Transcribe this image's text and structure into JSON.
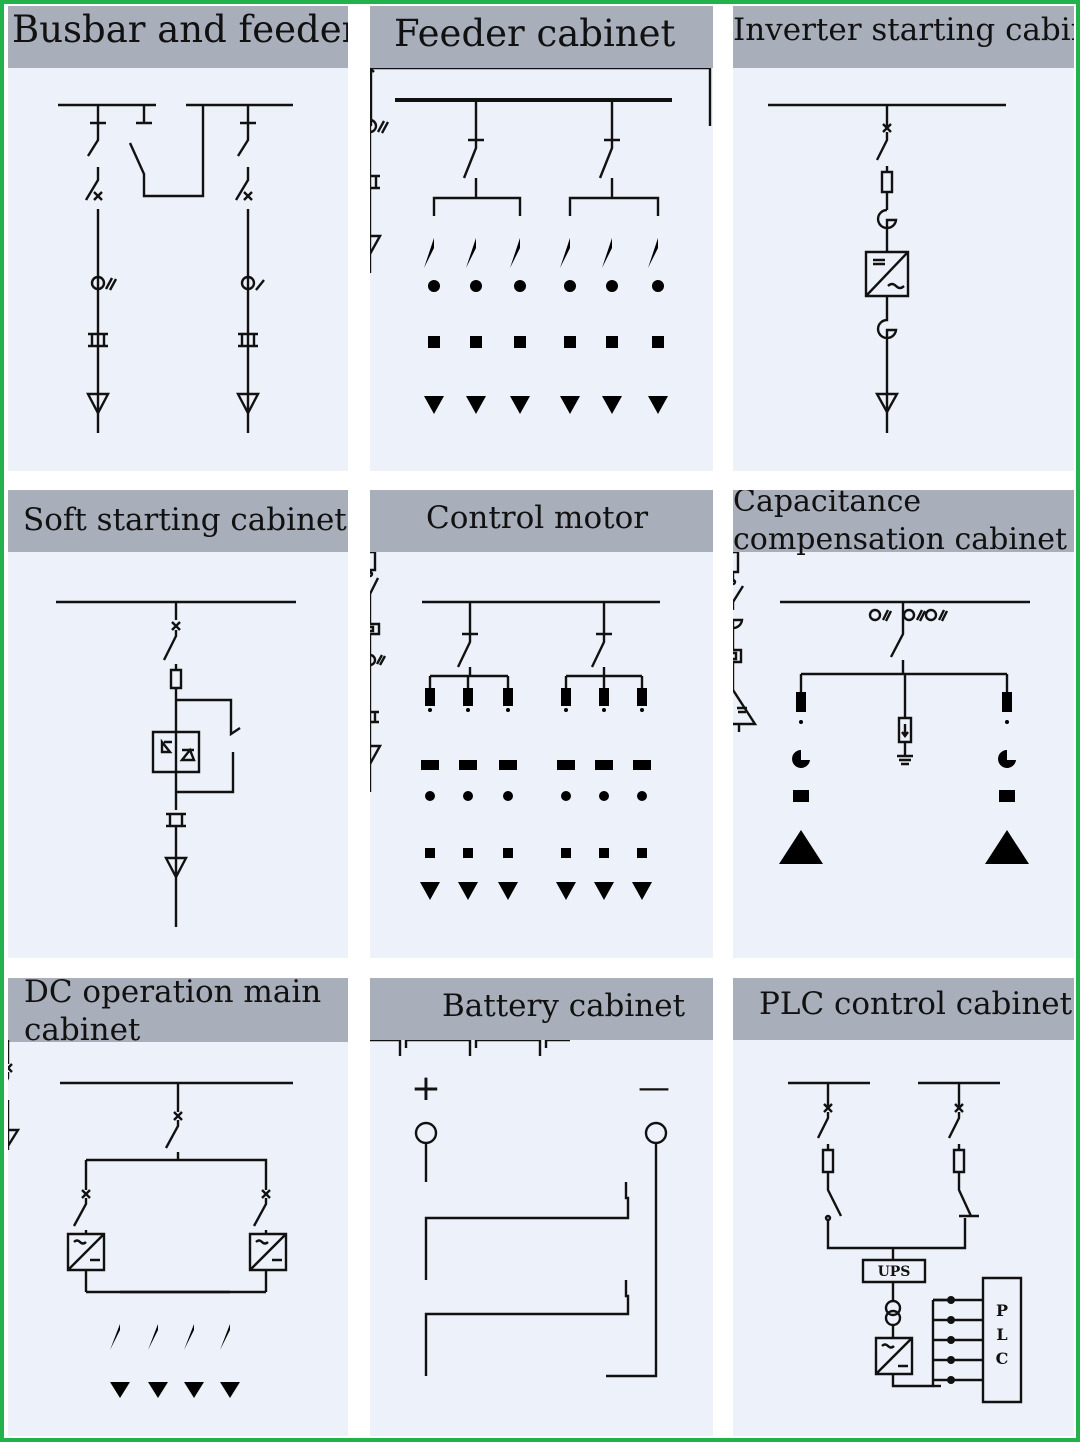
{
  "panels": {
    "busbar_feeder": {
      "title": "Busbar and feeder"
    },
    "feeder_cabinet": {
      "title": "Feeder cabinet"
    },
    "inverter_starting": {
      "title": "Inverter starting cabinet"
    },
    "soft_starting": {
      "title": "Soft starting cabinet"
    },
    "control_motor": {
      "title": "Control motor"
    },
    "capacitance_comp": {
      "title_line1": "Capacitance",
      "title_line2": "compensation cabinet"
    },
    "dc_operation": {
      "title_line1": "DC operation main",
      "title_line2": "cabinet"
    },
    "battery_cabinet": {
      "title": "Battery cabinet",
      "plus_label": "+",
      "minus_label": "—"
    },
    "plc_control": {
      "title": "PLC control cabinet",
      "ups_label": "UPS",
      "plc_letters": [
        "P",
        "L",
        "C"
      ]
    }
  },
  "colors": {
    "border": "#22b24c",
    "header": "#a9aebb",
    "panel": "#edf1f9"
  }
}
